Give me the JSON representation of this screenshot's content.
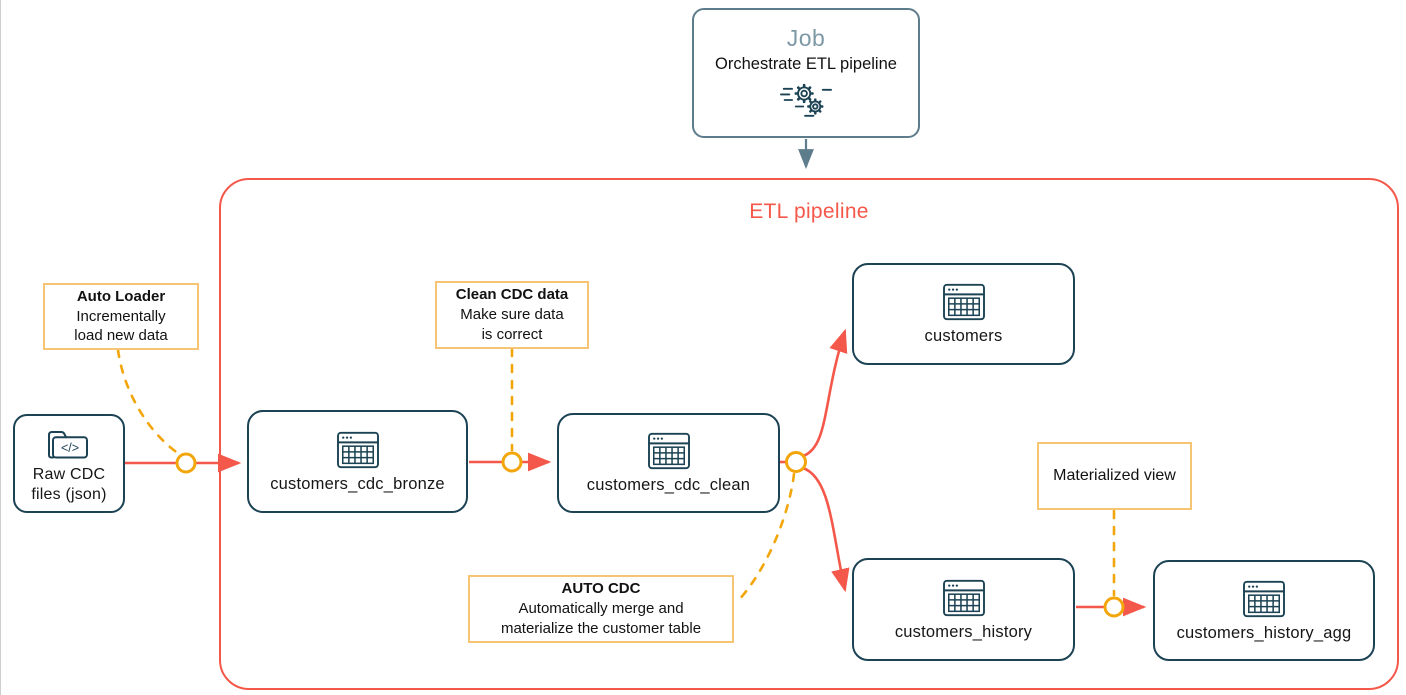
{
  "diagram": {
    "job": {
      "title": "Job",
      "subtitle": "Orchestrate ETL pipeline",
      "icon": "gears-icon"
    },
    "pipeline": {
      "title": "ETL pipeline"
    },
    "source": {
      "icon": "code-folder-icon",
      "line1": "Raw CDC",
      "line2": "files (json)"
    },
    "nodes": {
      "bronze": {
        "label": "customers_cdc_bronze",
        "icon": "table-icon"
      },
      "clean": {
        "label": "customers_cdc_clean",
        "icon": "table-icon"
      },
      "customers": {
        "label": "customers",
        "icon": "table-icon"
      },
      "history": {
        "label": "customers_history",
        "icon": "table-icon"
      },
      "history_agg": {
        "label": "customers_history_agg",
        "icon": "table-icon"
      }
    },
    "annotations": {
      "auto_loader": {
        "title": "Auto Loader",
        "line1": "Incrementally",
        "line2": "load new data"
      },
      "clean_cdc": {
        "title": "Clean CDC data",
        "line1": "Make sure data",
        "line2": "is correct"
      },
      "auto_cdc": {
        "title": "AUTO CDC",
        "line1": "Automatically merge and",
        "line2": "materialize the customer table"
      },
      "materialized_view": {
        "label": "Materialized view"
      }
    },
    "colors": {
      "accent_red": "#F4584A",
      "amber": "#F2A60C",
      "annotation_border": "#F6C573",
      "teal": "#1C4354",
      "steel": "#5E7D8C",
      "job_title": "#7E99A6"
    }
  }
}
